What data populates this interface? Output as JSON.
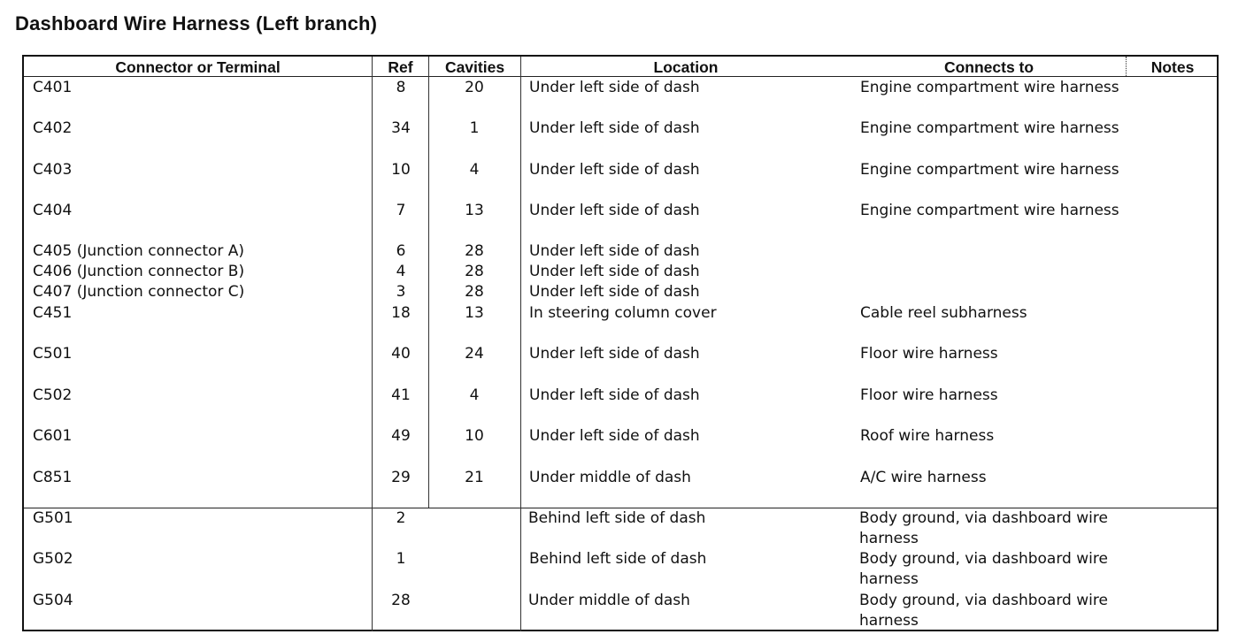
{
  "title": "Dashboard Wire Harness (Left branch)",
  "headers": {
    "connector": "Connector or Terminal",
    "ref": "Ref",
    "cavities": "Cavities",
    "location": "Location",
    "connects_to": "Connects to",
    "notes": "Notes"
  },
  "rows": [
    {
      "connector": "C401",
      "ref": "8",
      "cavities": "20",
      "location": "Under left side of dash",
      "connects_to": "Engine compartment wire harness"
    },
    {
      "connector": "C402",
      "ref": "34",
      "cavities": "1",
      "location": "Under left side of dash",
      "connects_to": "Engine compartment wire harness"
    },
    {
      "connector": "C403",
      "ref": "10",
      "cavities": "4",
      "location": "Under left side of dash",
      "connects_to": "Engine compartment wire harness"
    },
    {
      "connector": "C404",
      "ref": "7",
      "cavities": "13",
      "location": "Under left side of dash",
      "connects_to": "Engine compartment wire harness"
    },
    {
      "connector": "C405 (Junction connector A)",
      "ref": "6",
      "cavities": "28",
      "location": "Under left side of dash",
      "connects_to": ""
    },
    {
      "connector": "C406 (Junction connector B)",
      "ref": "4",
      "cavities": "28",
      "location": "Under left side of dash",
      "connects_to": ""
    },
    {
      "connector": "C407 (Junction connector C)",
      "ref": "3",
      "cavities": "28",
      "location": "Under left side of dash",
      "connects_to": ""
    },
    {
      "connector": "C451",
      "ref": "18",
      "cavities": "13",
      "location": "In steering column cover",
      "connects_to": "Cable reel subharness"
    },
    {
      "connector": "C501",
      "ref": "40",
      "cavities": "24",
      "location": "Under left side of dash",
      "connects_to": "Floor wire harness"
    },
    {
      "connector": "C502",
      "ref": "41",
      "cavities": "4",
      "location": "Under left side of dash",
      "connects_to": "Floor wire harness"
    },
    {
      "connector": "C601",
      "ref": "49",
      "cavities": "10",
      "location": "Under left side of dash",
      "connects_to": "Roof wire harness"
    },
    {
      "connector": "C851",
      "ref": "29",
      "cavities": "21",
      "location": "Under middle of dash",
      "connects_to": "A/C wire harness"
    },
    {
      "connector": "G501",
      "ref": "2",
      "cavities": "",
      "location": "Behind left side of dash",
      "connects_to": "Body ground, via dashboard wire harness"
    },
    {
      "connector": "G502",
      "ref": "1",
      "cavities": "",
      "location": "Behind left side of dash",
      "connects_to": "Body ground, via dashboard wire harness"
    },
    {
      "connector": "G504",
      "ref": "28",
      "cavities": "",
      "location": "Under middle of dash",
      "connects_to": "Body ground, via dashboard wire harness"
    }
  ]
}
